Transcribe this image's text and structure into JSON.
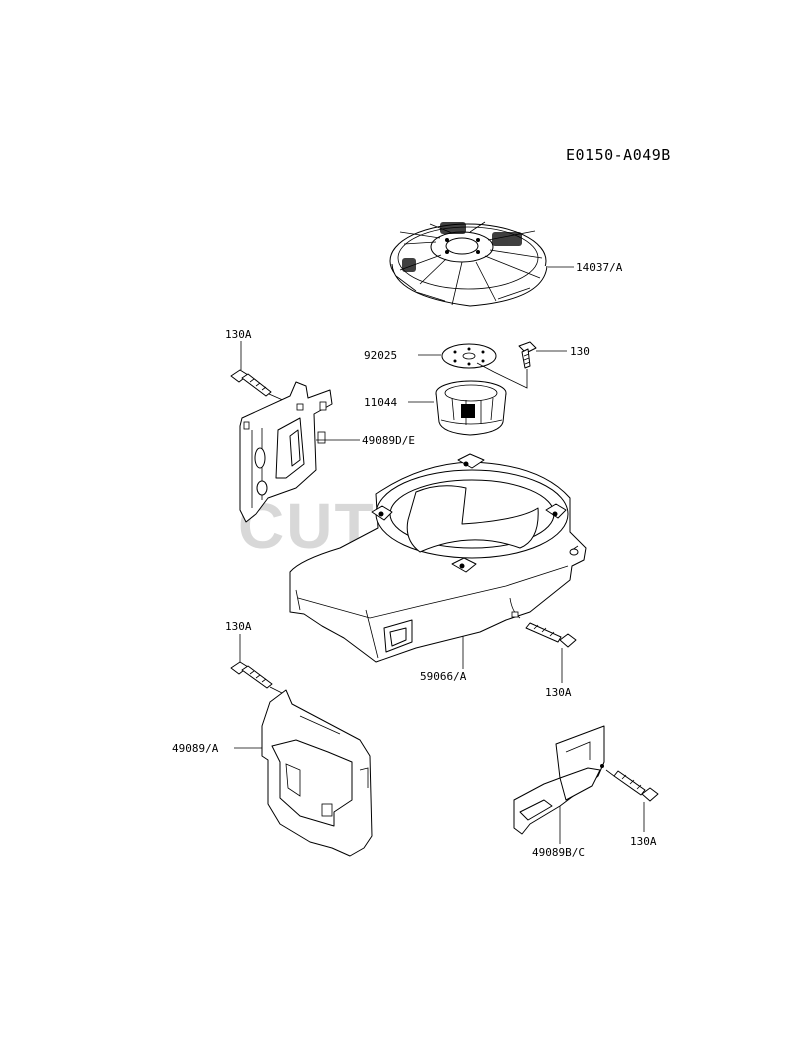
{
  "diagram": {
    "code": "E0150-A049B",
    "watermark": "CUTLER'S",
    "parts": {
      "screen": "14037/A",
      "plate": "92025",
      "bolt_top": "130",
      "pulley": "11044",
      "bolt_upper_left": "130A",
      "baffle_upper": "49089D/E",
      "housing": "59066/A",
      "bolt_mid_left": "130A",
      "bolt_mid_right": "130A",
      "baffle_lower_left": "49089/A",
      "baffle_lower_right": "49089B/C",
      "bolt_lower_right": "130A"
    }
  }
}
